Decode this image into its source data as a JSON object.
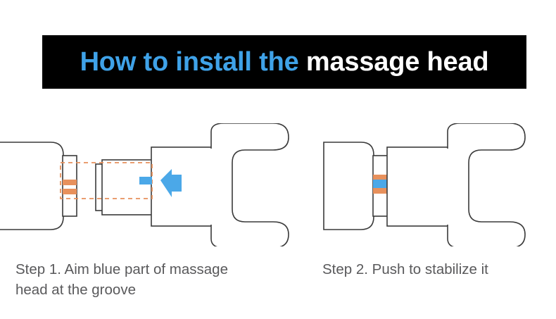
{
  "title": {
    "segment_blue": "How to install the ",
    "segment_white": "massage head",
    "full_text": "How to install the massage head",
    "banner_background": "#000000",
    "blue_color": "#3fa2e8",
    "white_color": "#ffffff"
  },
  "colors": {
    "outline": "#3a3a3a",
    "orange": "#e8915c",
    "blue": "#4ba8e8",
    "dashed_box": "#e8915c",
    "caption_text": "#59595b",
    "background": "#ffffff"
  },
  "steps": [
    {
      "id": "step-1",
      "caption_line_1": "Step 1. Aim blue part of massage",
      "caption_line_2": "head at the groove",
      "caption_full": "Step 1. Aim blue part of massage head at the groove",
      "parts": {
        "massage_head_body": "massage-head-body",
        "flange": "massage-head-flange",
        "flange_marks": "orange-alignment-marks",
        "alignment_box": "orange-dashed-alignment-box",
        "blue_tab": "blue-alignment-tab",
        "arrow": "blue-push-arrow-left",
        "device_shaft": "device-shaft",
        "fork_head": "c-shaped-fork-head"
      }
    },
    {
      "id": "step-2",
      "caption_line_1": "Step 2. Push to stabilize it",
      "caption_line_2": "",
      "caption_full": "Step 2. Push to stabilize it",
      "parts": {
        "massage_head_body": "massage-head-body",
        "flange": "massage-head-flange",
        "joint_marks": "orange-blue-orange-seated-joint",
        "device_shaft": "device-shaft",
        "fork_head": "c-shaped-fork-head"
      }
    }
  ]
}
